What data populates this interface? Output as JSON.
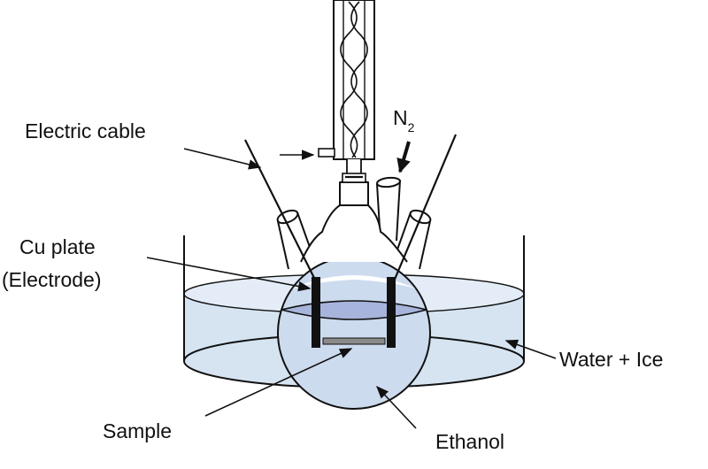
{
  "labels": {
    "electric_cable": "Electric cable",
    "gas": "N",
    "gas_subscript": "2",
    "cu_plate_line1": "Cu plate",
    "cu_plate_line2": "(Electrode)",
    "water_ice": "Water + Ice",
    "sample": "Sample",
    "ethanol": "Ethanol"
  },
  "colors": {
    "line": "#111111",
    "bath_water": "#d6e4f2",
    "flask_liquid": "#a7b4db",
    "flask_body": "#cddbef",
    "electrode": "#111111",
    "sample": "#8a8a8a"
  }
}
